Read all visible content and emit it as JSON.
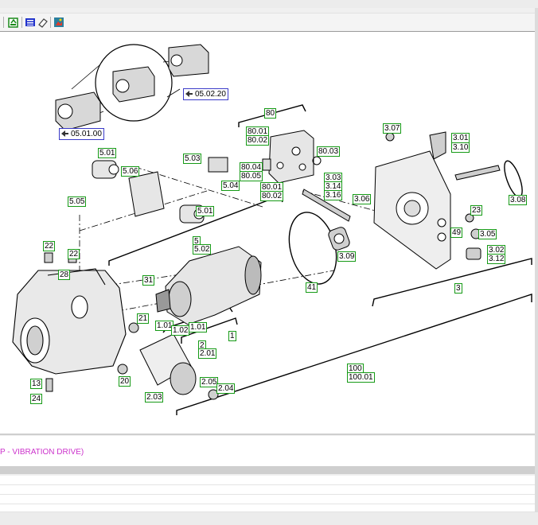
{
  "toolbar": {
    "buttons": [
      {
        "name": "export-icon",
        "color": "#1a8a1a"
      },
      {
        "name": "list-icon",
        "color": "#2233cc"
      },
      {
        "name": "eraser-icon",
        "color": "#555555"
      },
      {
        "name": "image-icon",
        "color": "#cc2222"
      }
    ]
  },
  "labels": {
    "l80": "80",
    "l8001a": "80.01",
    "l8002a": "80.02",
    "l8003": "80.03",
    "l8004": "80.04",
    "l8005": "80.05",
    "l8001b": "80.01",
    "l8002b": "80.02",
    "l501a": "5.01",
    "l506": "5.06",
    "l503": "5.03",
    "l504": "5.04",
    "l505": "5.05",
    "l501b": "5.01",
    "l5": "5",
    "l502": "5.02",
    "l303": "3.03",
    "l314": "3.14",
    "l316": "3.16",
    "l306": "3.06",
    "l307": "3.07",
    "l301": "3.01",
    "l310": "3.10",
    "l308": "3.08",
    "l23": "23",
    "l49": "49",
    "l305": "3.05",
    "l302": "3.02",
    "l312": "3.12",
    "l309": "3.09",
    "l3": "3",
    "l41": "41",
    "l22a": "22",
    "l22b": "22",
    "l28": "28",
    "l31": "31",
    "l21": "21",
    "l101a": "1.01",
    "l102": "1.02",
    "l101b": "1.01",
    "l1": "1",
    "l2": "2",
    "l201": "2.01",
    "l205": "2.05",
    "l204": "2.04",
    "l203": "2.03",
    "l13": "13",
    "l24": "24",
    "l20": "20",
    "l100": "100",
    "l10001": "100.01"
  },
  "refs": {
    "r1": "05.02.20",
    "r2": "05.01.00"
  },
  "description": "P - VIBRATION DRIVE)"
}
